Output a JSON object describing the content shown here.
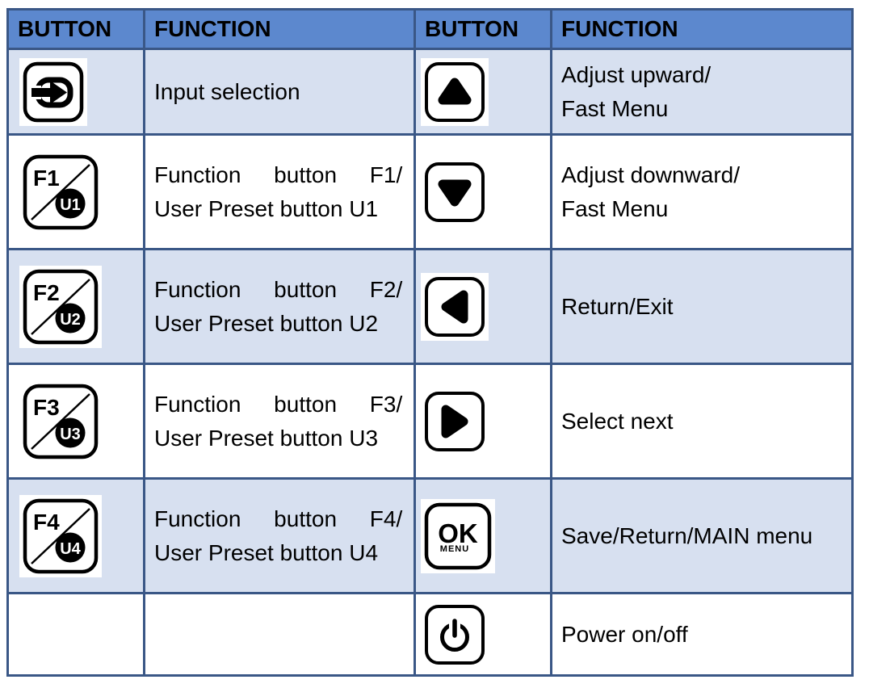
{
  "colors": {
    "header_bg": "#5C88CE",
    "band_row_bg": "#D7E0F0",
    "plain_row_bg": "#FFFFFF",
    "border": "#3A5786",
    "text": "#000000",
    "button_glyph": "#000000"
  },
  "table": {
    "headers": [
      "BUTTON",
      "FUNCTION",
      "BUTTON",
      "FUNCTION"
    ],
    "rows": [
      {
        "left_icon": "input-select-icon",
        "left_lines": {
          "l1": "Input selection",
          "l2": ""
        },
        "right_icon": "arrow-up-icon",
        "right_lines": {
          "l1": "Adjust upward/",
          "l2": "Fast Menu"
        }
      },
      {
        "left_icon": "f1-u1-button-icon",
        "left_btn": {
          "top": "F1",
          "circle": "U1"
        },
        "left_lines": {
          "l1": "Function button F1/",
          "l2": "User Preset button U1"
        },
        "right_icon": "arrow-down-icon",
        "right_lines": {
          "l1": "Adjust downward/",
          "l2": "Fast Menu"
        }
      },
      {
        "left_icon": "f2-u2-button-icon",
        "left_btn": {
          "top": "F2",
          "circle": "U2"
        },
        "left_lines": {
          "l1": "Function button F2/",
          "l2": "User Preset button U2"
        },
        "right_icon": "arrow-left-icon",
        "right_lines": {
          "l1": "Return/Exit",
          "l2": ""
        }
      },
      {
        "left_icon": "f3-u3-button-icon",
        "left_btn": {
          "top": "F3",
          "circle": "U3"
        },
        "left_lines": {
          "l1": "Function button F3/",
          "l2": "User Preset button U3"
        },
        "right_icon": "arrow-right-icon",
        "right_lines": {
          "l1": "Select next",
          "l2": ""
        }
      },
      {
        "left_icon": "f4-u4-button-icon",
        "left_btn": {
          "top": "F4",
          "circle": "U4"
        },
        "left_lines": {
          "l1": "Function button F4/",
          "l2": "User Preset button U4"
        },
        "right_icon": "ok-menu-button-icon",
        "right_btn": {
          "top": "OK",
          "sub": "MENU"
        },
        "right_lines": {
          "l1": "Save/Return/MAIN menu",
          "l2": ""
        }
      },
      {
        "left_icon": "",
        "left_lines": {
          "l1": "",
          "l2": ""
        },
        "right_icon": "power-button-icon",
        "right_lines": {
          "l1": "Power on/off",
          "l2": ""
        }
      }
    ]
  }
}
